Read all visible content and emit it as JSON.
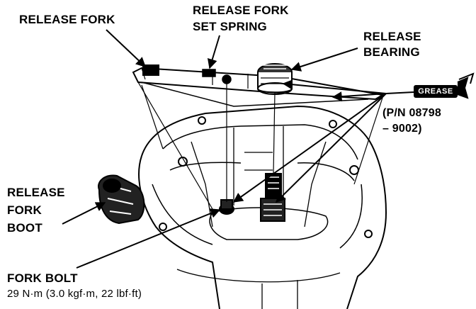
{
  "labels": {
    "release_fork": "RELEASE FORK",
    "release_fork_set_spring_1": "RELEASE FORK",
    "release_fork_set_spring_2": "SET SPRING",
    "release_bearing_1": "RELEASE",
    "release_bearing_2": "BEARING",
    "grease": "GREASE",
    "part_number_1": "(P/N 08798",
    "part_number_2": "– 9002)",
    "release_fork_boot_1": "RELEASE",
    "release_fork_boot_2": "FORK",
    "release_fork_boot_3": "BOOT",
    "fork_bolt_1": "FORK BOLT",
    "fork_bolt_2": "29 N·m (3.0 kgf·m, 22 lbf·ft)"
  },
  "icons": {
    "grease_applicator": "grease-gun-icon"
  }
}
